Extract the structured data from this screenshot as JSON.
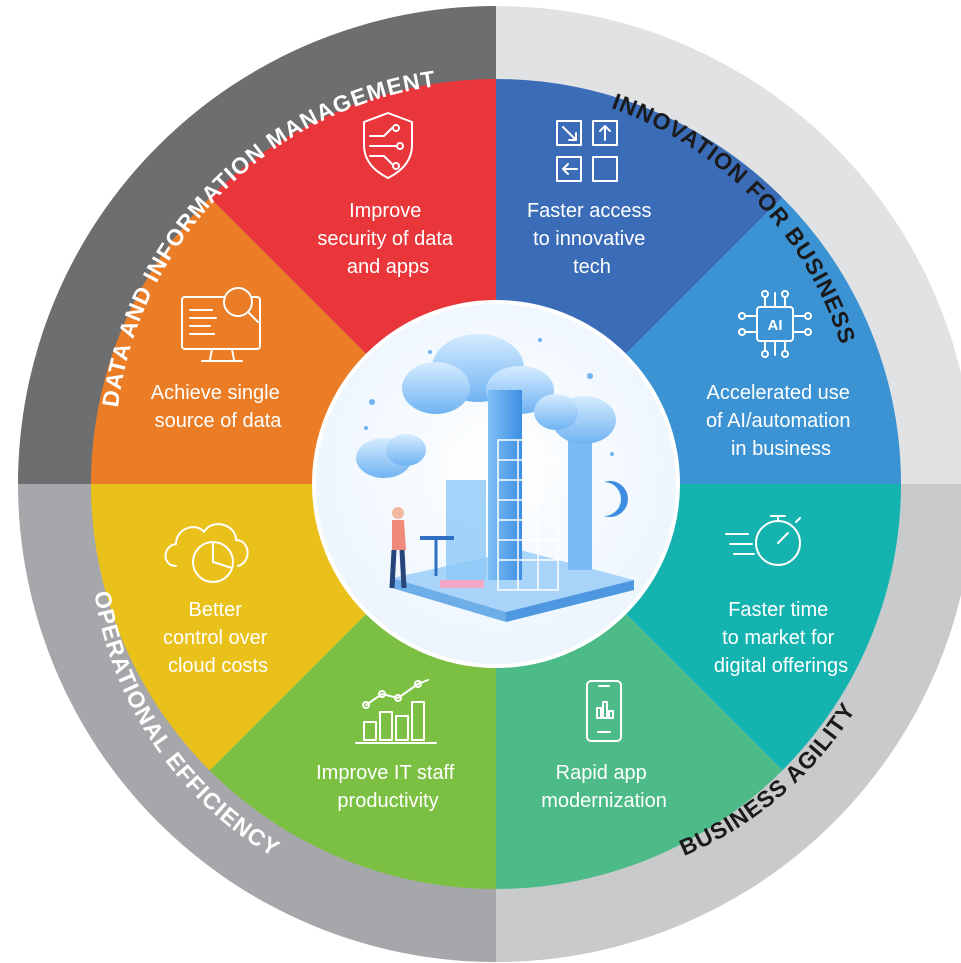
{
  "quadrants": [
    {
      "label": "DATA AND INFORMATION MANAGEMENT",
      "ring_color": "#6d6e70",
      "label_color": "#ffffff"
    },
    {
      "label": "INNOVATION FOR BUSINESS",
      "ring_color": "#e1e2e4",
      "label_color": "#1a1a1a"
    },
    {
      "label": "BUSINESS AGILITY",
      "ring_color": "#c9cacc",
      "label_color": "#1a1a1a"
    },
    {
      "label": "OPERATIONAL EFFICIENCY",
      "ring_color": "#a6a7aa",
      "label_color": "#ffffff"
    }
  ],
  "segments": [
    {
      "lines": [
        "Faster access",
        "to innovative",
        "tech"
      ],
      "color": "#3b6cb7",
      "icon": "transfer-arrows-icon"
    },
    {
      "lines": [
        "Accelerated use",
        "of AI/automation",
        "in business"
      ],
      "color": "#3c93d4",
      "icon": "ai-chip-icon"
    },
    {
      "lines": [
        "Faster time",
        "to market for",
        "digital offerings"
      ],
      "color": "#14b3b0",
      "icon": "stopwatch-speed-icon"
    },
    {
      "lines": [
        "Rapid app",
        "modernization"
      ],
      "color": "#4cbb87",
      "icon": "mobile-chart-icon"
    },
    {
      "lines": [
        "Improve IT staff",
        "productivity"
      ],
      "color": "#7cc043",
      "icon": "bar-chart-growth-icon"
    },
    {
      "lines": [
        "Better",
        "control over",
        "cloud costs"
      ],
      "color": "#eac01a",
      "icon": "cloud-pie-chart-icon"
    },
    {
      "lines": [
        "Achieve single",
        "source of data"
      ],
      "color": "#ea7d25",
      "icon": "monitor-search-icon"
    },
    {
      "lines": [
        "Improve",
        "security of data",
        "and apps"
      ],
      "color": "#e8363a",
      "icon": "shield-circuit-icon"
    }
  ],
  "center": {
    "image": "cloud-computing-illustration"
  }
}
